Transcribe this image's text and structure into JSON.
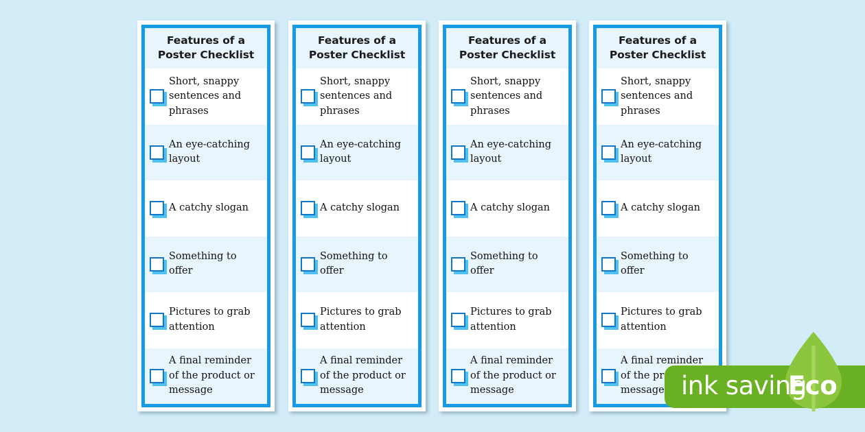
{
  "page": {
    "background_color": "#d2ecf8",
    "card_count": 4
  },
  "card": {
    "title_line_1": "Features of a",
    "title_line_2": "Poster Checklist",
    "border_color": "#189ae4",
    "header_background": "#e9f5fc",
    "alt_row_background": "#e9f5fc",
    "checkbox_border_color": "#1178c8",
    "checkbox_shadow_color": "#4fc0f0",
    "items": [
      {
        "text": "Short, snappy sentences and phrases"
      },
      {
        "text": "An eye-catching layout"
      },
      {
        "text": "A catchy slogan"
      },
      {
        "text": "Something to offer"
      },
      {
        "text": "Pictures to grab attention"
      },
      {
        "text": "A final reminder of the product or message"
      }
    ]
  },
  "watermark": {
    "ink_saving_label": "ink saving",
    "eco_label": "Eco",
    "bar_color": "#6ab023",
    "leaf_color": "#8cc63e",
    "text_color": "#ffffff"
  }
}
